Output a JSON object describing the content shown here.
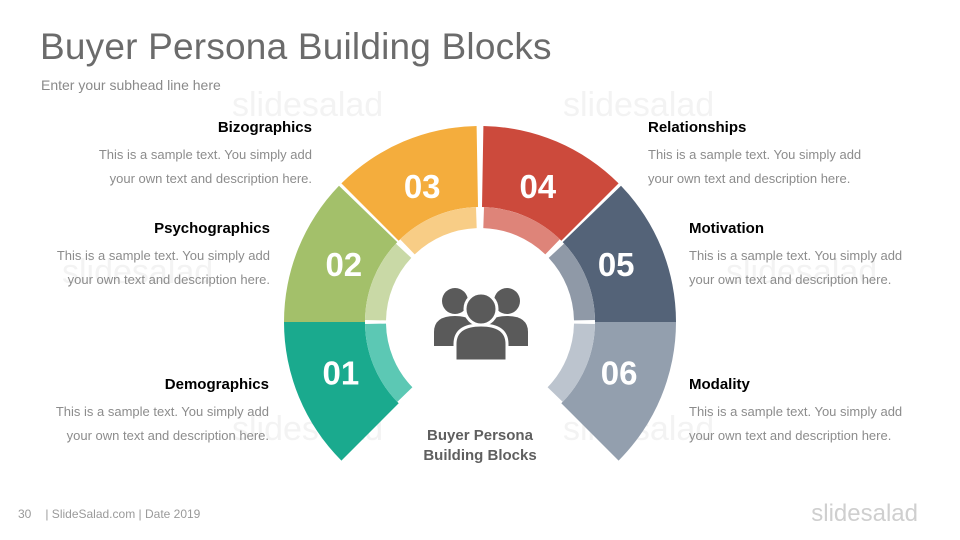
{
  "slide": {
    "title": "Buyer Persona Building Blocks",
    "subhead": "Enter your subhead line here",
    "center_label_line1": "Buyer Persona",
    "center_label_line2": "Building Blocks",
    "center_icon": "group-people-icon"
  },
  "blocks": [
    {
      "number": "01",
      "heading": "Demographics",
      "line1": "This is a sample text. You simply add",
      "line2": "your own text and description here.",
      "color": "#1aaa8e",
      "inner_color": "#5cc8b4"
    },
    {
      "number": "02",
      "heading": "Psychographics",
      "line1": "This is a sample text. You simply add",
      "line2": "your own text and description here.",
      "color": "#a3c06a",
      "inner_color": "#c9d9a6"
    },
    {
      "number": "03",
      "heading": "Bizographics",
      "line1": "This is a sample text. You simply add",
      "line2": "your own text and description here.",
      "color": "#f4ad3d",
      "inner_color": "#f8cd86"
    },
    {
      "number": "04",
      "heading": "Relationships",
      "line1": "This is a sample text. You simply add",
      "line2": "your own text and description here.",
      "color": "#cc4a3c",
      "inner_color": "#de8479"
    },
    {
      "number": "05",
      "heading": "Motivation",
      "line1": "This is a sample text. You simply add",
      "line2": "your own text and description here.",
      "color": "#546378",
      "inner_color": "#8f99a7"
    },
    {
      "number": "06",
      "heading": "Modality",
      "line1": "This is a sample text. You simply add",
      "line2": "your own text and description here.",
      "color": "#939fae",
      "inner_color": "#bcc4ce"
    }
  ],
  "footer": {
    "page_number": "30",
    "source": "| SlideSalad.com | Date 2019"
  },
  "watermark_text": "slidesalad",
  "logo_text": "slidesalad",
  "colors": {
    "title": "#6b6b6b",
    "text": "#8c8c8c",
    "icon": "#5a5a5a"
  }
}
